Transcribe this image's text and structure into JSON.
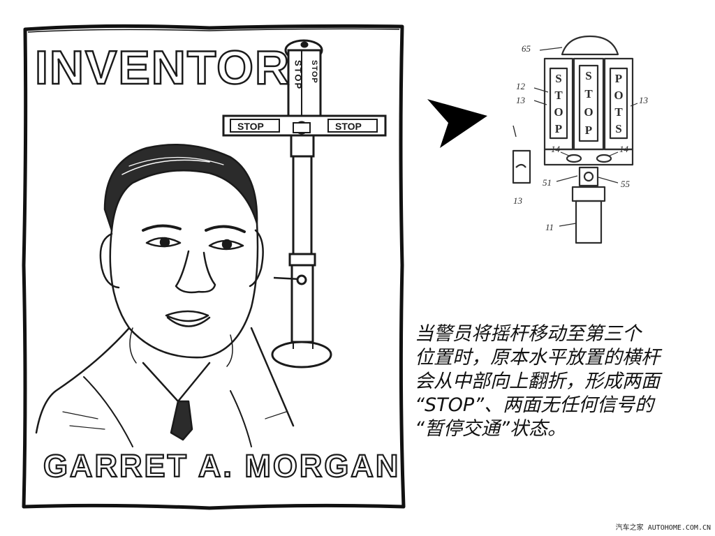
{
  "poster": {
    "title": "INVENTOR",
    "name": "GARRET A. MORGAN",
    "signal": {
      "vertical_label": "STOP",
      "side_label": "STOP",
      "left_arm_label": "STOP",
      "right_arm_label": "STOP"
    }
  },
  "patent": {
    "figure_numbers": [
      "65",
      "12",
      "13",
      "13",
      "14",
      "14",
      "51",
      "55",
      "11",
      "13"
    ],
    "panel_letters": [
      "S",
      "T",
      "O",
      "P"
    ],
    "colors": {
      "ink": "#2d2d2d",
      "paper": "#ffffff"
    }
  },
  "caption": {
    "text": "当警员将摇杆移动至第三个\n位置时，原本水平放置的横杆\n会从中部向上翻折，形成两面\n“STOP”、两面无任何信号的\n“暂停交通”状态。"
  },
  "watermark": {
    "text": "汽车之家 AUTOHOME.COM.CN"
  }
}
